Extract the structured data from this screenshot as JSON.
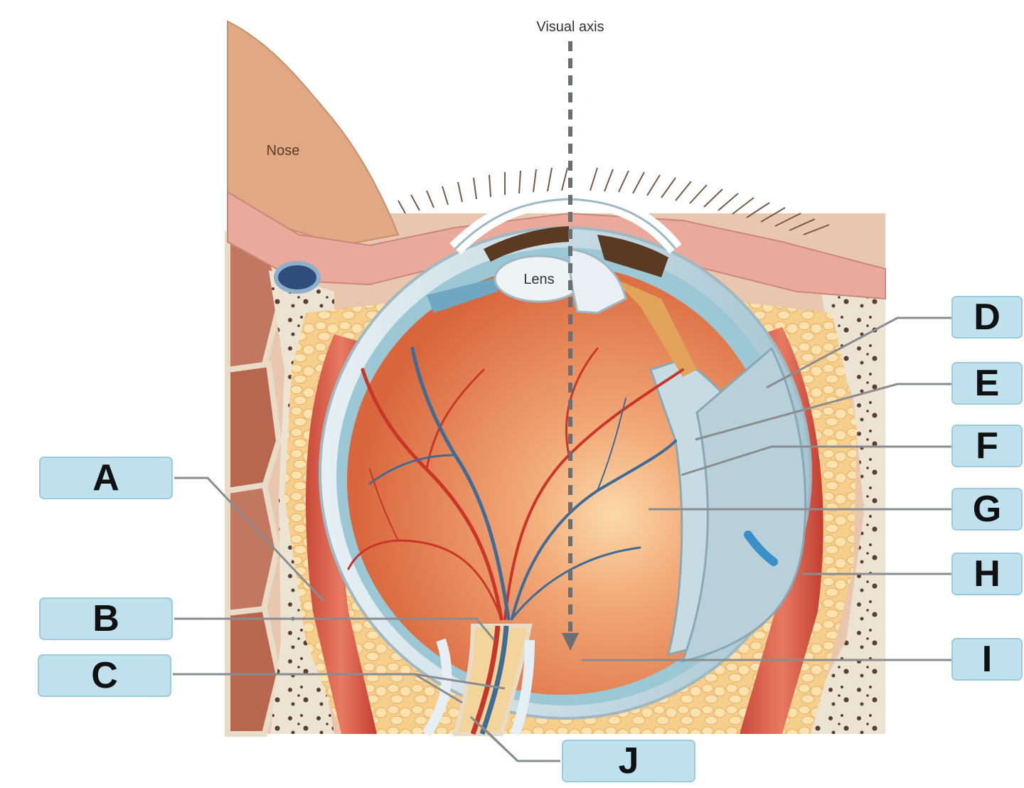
{
  "diagram": {
    "visual_axis_label": "Visual axis",
    "nose_label": "Nose",
    "lens_label": "Lens",
    "labels": [
      "A",
      "B",
      "C",
      "D",
      "E",
      "F",
      "G",
      "H",
      "I",
      "J"
    ]
  }
}
